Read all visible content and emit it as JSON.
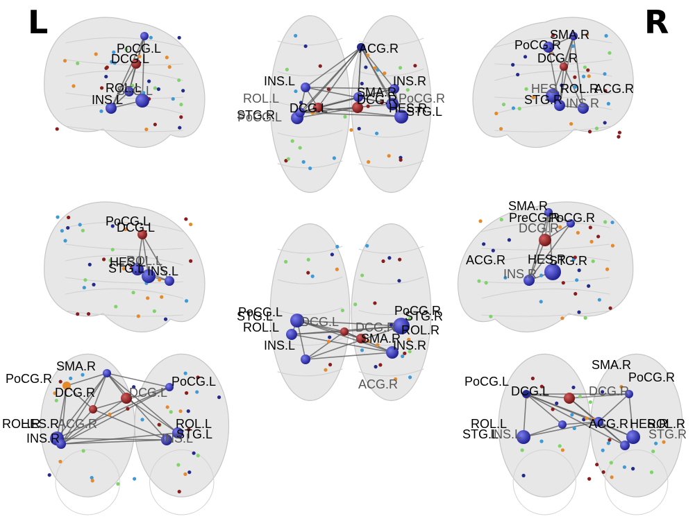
{
  "side_labels": {
    "left": "L",
    "right": "R"
  },
  "colors": {
    "hub": "#2b2db3",
    "dark_red": "#8a1c1c",
    "orange": "#e58a2b",
    "green": "#7fd36a",
    "light_blue": "#3d9ad8",
    "navy": "#232a8c",
    "edge": "#555555"
  },
  "views": [
    {
      "id": "sagittal-left-lateral",
      "labels": [
        "PoCG.L",
        "DCG.L",
        "ROL.L",
        "STG.L",
        "INS.L"
      ]
    },
    {
      "id": "axial-top",
      "labels": [
        "ACG.R",
        "INS.L",
        "INS.R",
        "ROL.L",
        "SMA.R",
        "DCG.L",
        "DCG.R",
        "PoCG.R",
        "HES.R",
        "STG.R",
        "STG.L",
        "PoCG.L"
      ]
    },
    {
      "id": "sagittal-right-lateral",
      "labels": [
        "SMA.R",
        "PoCG.R",
        "DCG.R",
        "HES.R",
        "ROL.R",
        "ACG.R",
        "STG.R",
        "INS.R"
      ]
    },
    {
      "id": "sagittal-left-medial",
      "labels": [
        "PoCG.L",
        "DCG.L",
        "HES.L",
        "ROL.L",
        "STG.L",
        "INS.L"
      ]
    },
    {
      "id": "axial-bottom",
      "labels": [
        "PoCG.L",
        "STG.L",
        "ROL.L",
        "DCG.L",
        "INS.L",
        "PoCG.R",
        "STG.R",
        "DCG.R",
        "ROL.R",
        "SMA.R",
        "INS.R",
        "ACG.R"
      ]
    },
    {
      "id": "sagittal-right-medial",
      "labels": [
        "SMA.R",
        "PreCG.R",
        "PoCG.R",
        "DCG.R",
        "ACG.R",
        "HES.R",
        "STG.R",
        "INS.R"
      ]
    },
    {
      "id": "coronal-front",
      "labels": [
        "SMA.R",
        "PoCG.R",
        "DCG.R",
        "DCG.L",
        "PoCG.L",
        "ROL.R",
        "HES.R",
        "ACG.R",
        "INS.R",
        "ROL.L",
        "STG.L",
        "INS.L"
      ]
    },
    {
      "id": "coronal-back",
      "labels": [
        "PoCG.L",
        "DCG.L",
        "SMA.R",
        "DCG.R",
        "PoCG.R",
        "ROL.L",
        "STG.L",
        "INS.L",
        "ACG.R",
        "HES.R",
        "ROL.R",
        "STG.R"
      ]
    }
  ]
}
